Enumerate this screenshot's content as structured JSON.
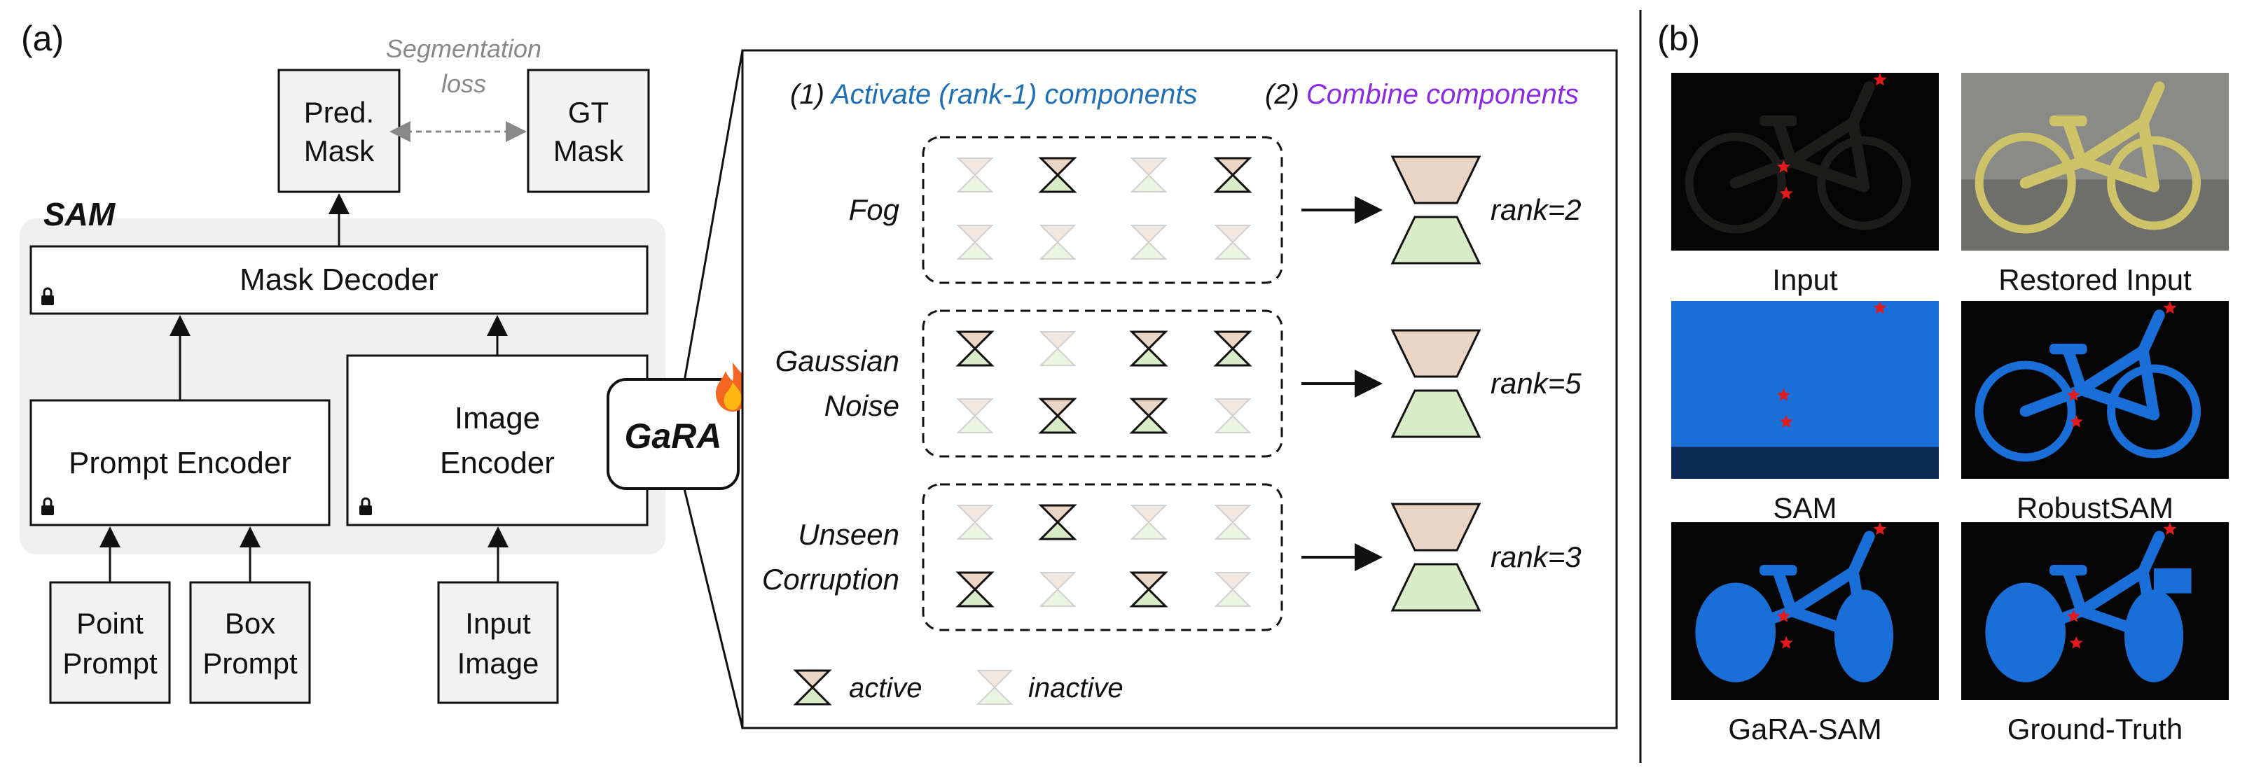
{
  "panel_a": {
    "label": "(a)",
    "sam_label": "SAM",
    "seg_loss_line1": "Segmentation",
    "seg_loss_line2": "loss",
    "pred_mask_line1": "Pred.",
    "pred_mask_line2": "Mask",
    "gt_mask_line1": "GT",
    "gt_mask_line2": "Mask",
    "mask_decoder": "Mask Decoder",
    "prompt_encoder": "Prompt Encoder",
    "image_encoder_line1": "Image",
    "image_encoder_line2": "Encoder",
    "point_prompt_line1": "Point",
    "point_prompt_line2": "Prompt",
    "box_prompt_line1": "Box",
    "box_prompt_line2": "Prompt",
    "input_image_line1": "Input",
    "input_image_line2": "Image",
    "gara": "GaRA",
    "step1_prefix": "(1)",
    "step1_text": "Activate (rank-1) components",
    "step2_prefix": "(2)",
    "step2_text": "Combine components",
    "groups": [
      {
        "label_lines": [
          "Fog"
        ],
        "rank": "rank=2",
        "active": [
          [
            false,
            true,
            false,
            true
          ],
          [
            false,
            false,
            false,
            false
          ]
        ]
      },
      {
        "label_lines": [
          "Gaussian",
          "Noise"
        ],
        "rank": "rank=5",
        "active": [
          [
            true,
            false,
            true,
            true
          ],
          [
            false,
            true,
            true,
            false
          ]
        ]
      },
      {
        "label_lines": [
          "Unseen",
          "Corruption"
        ],
        "rank": "rank=3",
        "active": [
          [
            false,
            true,
            false,
            false
          ],
          [
            true,
            false,
            true,
            false
          ]
        ]
      }
    ],
    "legend_active": "active",
    "legend_inactive": "inactive"
  },
  "panel_b": {
    "label": "(b)",
    "images": [
      {
        "caption": "Input"
      },
      {
        "caption": "Restored Input"
      },
      {
        "caption": "SAM"
      },
      {
        "caption": "RobustSAM"
      },
      {
        "caption": "GaRA-SAM"
      },
      {
        "caption": "Ground-Truth"
      }
    ]
  },
  "colors": {
    "blue_text": "#1f6fb5",
    "purple_text": "#8a2be2",
    "mask_blue": "#1a6ed8",
    "hourglass_top": "#ead5c4",
    "hourglass_bottom": "#d8ecc8",
    "star_red": "#e31a1c",
    "sam_bg": "#efefef",
    "box_bg": "#f2f2f2"
  }
}
